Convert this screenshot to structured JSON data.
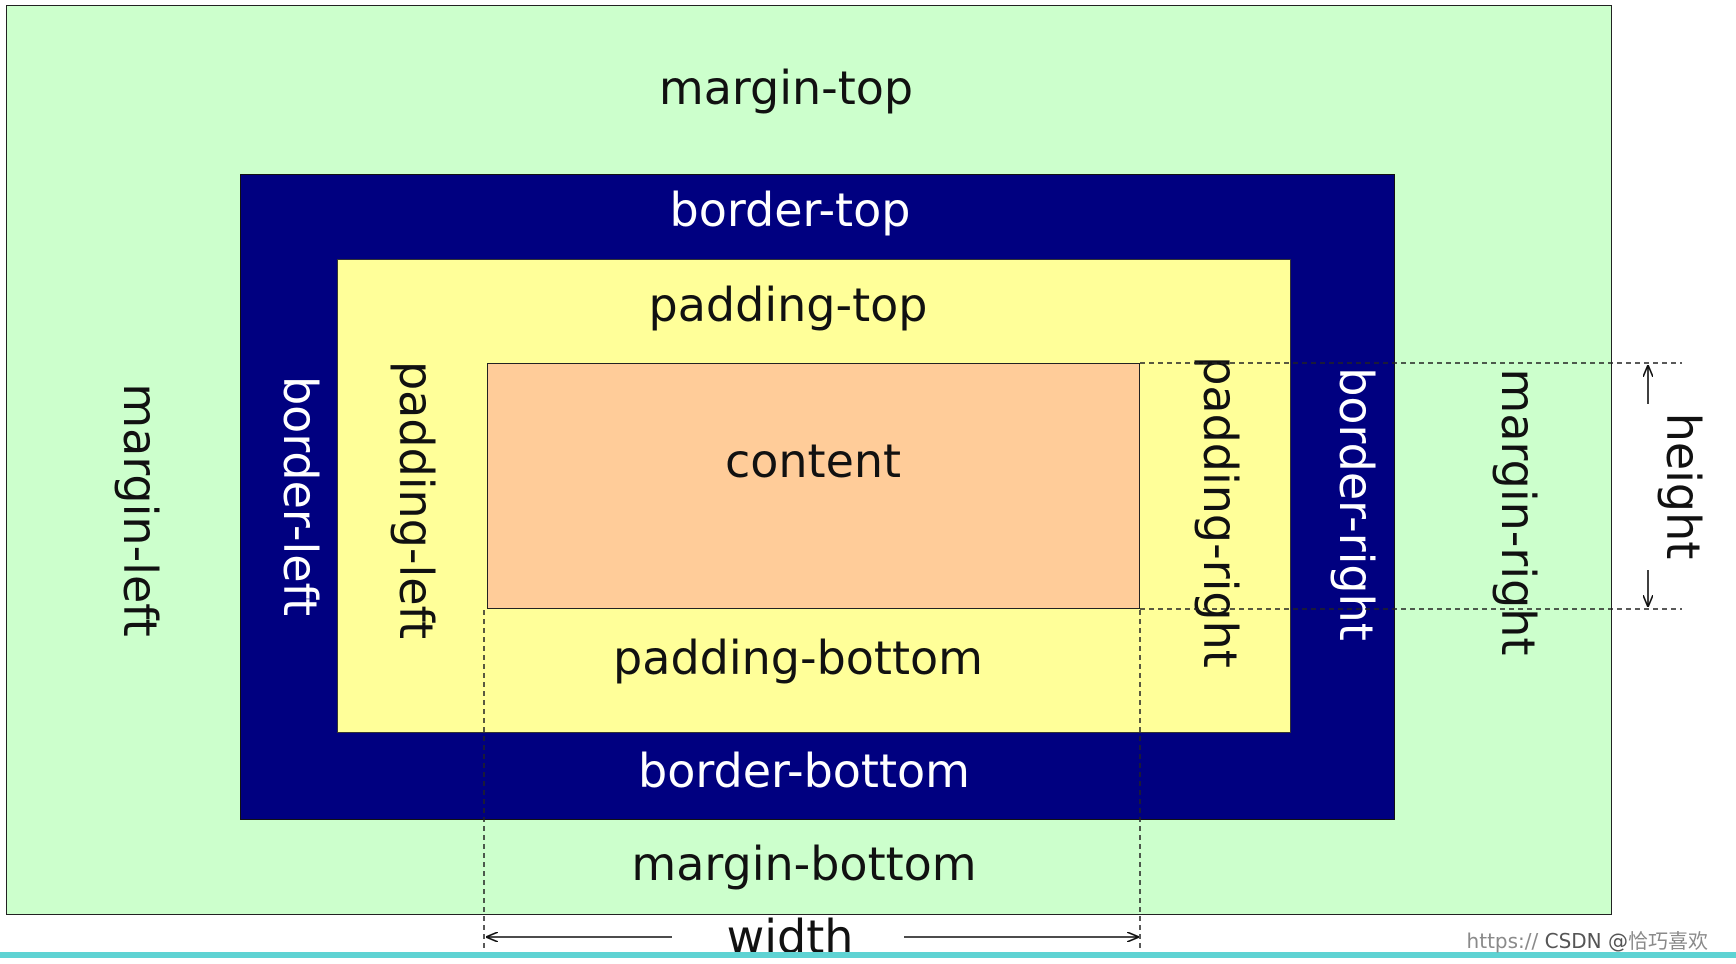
{
  "colors": {
    "margin": "#ccffcc",
    "border": "#000080",
    "padding": "#ffff99",
    "content": "#ffcc99"
  },
  "labels": {
    "margin_top": "margin-top",
    "margin_bottom": "margin-bottom",
    "margin_left": "margin-left",
    "margin_right": "margin-right",
    "border_top": "border-top",
    "border_bottom": "border-bottom",
    "border_left": "border-left",
    "border_right": "border-right",
    "padding_top": "padding-top",
    "padding_bottom": "padding-bottom",
    "padding_left": "padding-left",
    "padding_right": "padding-right",
    "content": "content",
    "width": "width",
    "height": "height"
  },
  "watermark": {
    "url_fragment": "https://",
    "brand": "CSDN @",
    "author": "恰巧喜欢"
  }
}
